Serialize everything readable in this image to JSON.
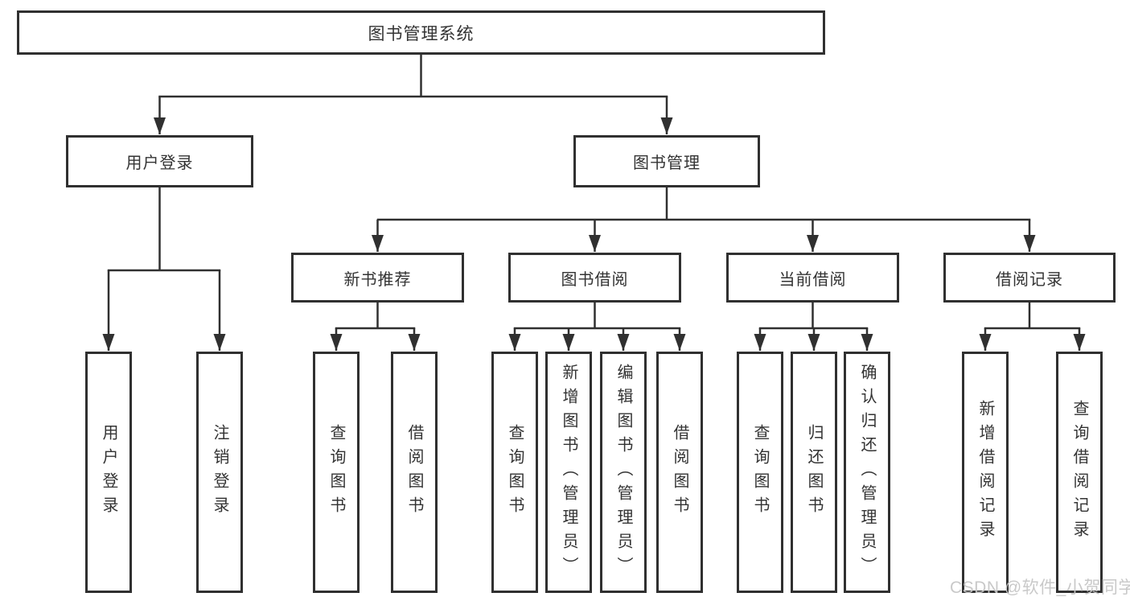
{
  "diagram": {
    "root": {
      "label": "图书管理系统"
    },
    "branches": [
      {
        "label": "用户登录",
        "children": [
          {
            "label": "用户登录"
          },
          {
            "label": "注销登录"
          }
        ]
      },
      {
        "label": "图书管理",
        "children": [
          {
            "label": "新书推荐",
            "children": [
              {
                "label": "查询图书"
              },
              {
                "label": "借阅图书"
              }
            ]
          },
          {
            "label": "图书借阅",
            "children": [
              {
                "label": "查询图书"
              },
              {
                "label": "新增图书（管理员）"
              },
              {
                "label": "编辑图书（管理员）"
              },
              {
                "label": "借阅图书"
              }
            ]
          },
          {
            "label": "当前借阅",
            "children": [
              {
                "label": "查询图书"
              },
              {
                "label": "归还图书"
              },
              {
                "label": "确认归还（管理员）"
              }
            ]
          },
          {
            "label": "借阅记录",
            "children": [
              {
                "label": "新增借阅记录"
              },
              {
                "label": "查询借阅记录"
              }
            ]
          }
        ]
      }
    ],
    "watermark": {
      "label": "CSDN @软件_小贺同学"
    },
    "colors": {
      "line": "#303030",
      "box_border": "#303030",
      "text": "#333333",
      "watermark": "#c6c6c6",
      "background": "#ffffff"
    }
  }
}
